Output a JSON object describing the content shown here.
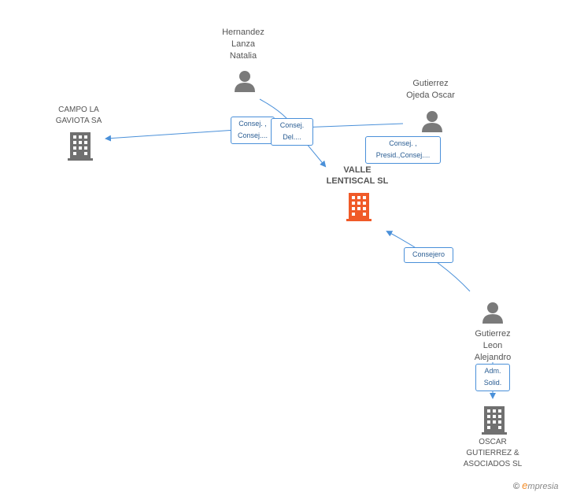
{
  "nodes": {
    "main_company": {
      "label": "VALLE\nLENTISCAL SL",
      "color": "#f05a28"
    },
    "campo": {
      "label": "CAMPO LA\nGAVIOTA SA"
    },
    "oscar_company": {
      "label": "OSCAR\nGUTIERREZ &\nASOCIADOS SL"
    },
    "hernandez": {
      "label": "Hernandez\nLanza\nNatalia"
    },
    "gutierrez_oscar": {
      "label": "Gutierrez\nOjeda Oscar"
    },
    "gutierrez_leon": {
      "label": "Gutierrez\nLeon\nAlejandro"
    }
  },
  "edges": {
    "hernandez_campo": "Consej. ,\nConsej....",
    "hernandez_valle": "Consej.\nDel....",
    "oscar_valle": "Consej. ,\nPresid.,Consej....",
    "leon_valle": "Consejero",
    "leon_oscar_co": "Adm.\nSolid."
  },
  "colors": {
    "edge": "#4a90d9",
    "person": "#7a7a7a",
    "company": "#707070",
    "main": "#f05a28"
  },
  "brand": {
    "symbol": "©",
    "e": "e",
    "rest": "mpresia"
  }
}
